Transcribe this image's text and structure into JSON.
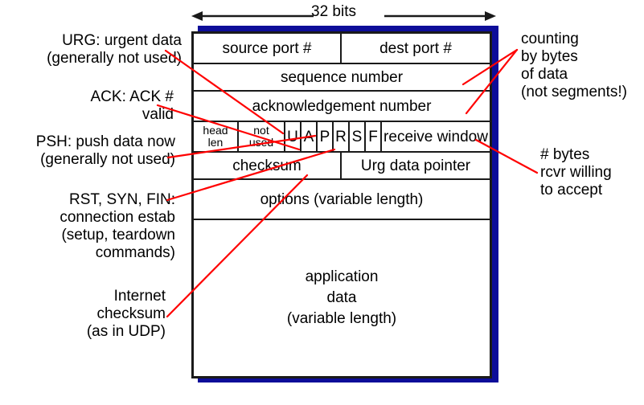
{
  "diagram": {
    "title": "TCP segment structure",
    "width_label": "32 bits",
    "shadow_color": "#0d0d99",
    "leader_color": "#ff0000",
    "border_color": "#1a1a1a"
  },
  "fields": {
    "source_port": "source port #",
    "dest_port": "dest port #",
    "sequence_number": "sequence number",
    "acknowledgement_number": "acknowledgement number",
    "head_len_1": "head",
    "head_len_2": "len",
    "not_used_1": "not",
    "not_used_2": "used",
    "flag_u": "U",
    "flag_a": "A",
    "flag_p": "P",
    "flag_r": "R",
    "flag_s": "S",
    "flag_f": "F",
    "receive_window": "receive window",
    "checksum": "checksum",
    "urg_data_pointer": "Urg data pointer",
    "options": "options (variable length)",
    "app_data_1": "application",
    "app_data_2": "data",
    "app_data_3": "(variable length)"
  },
  "annotations": {
    "left": [
      {
        "id": "urg",
        "text": "URG: urgent data\n(generally not used)"
      },
      {
        "id": "ack",
        "text": "ACK: ACK #\nvalid"
      },
      {
        "id": "psh",
        "text": "PSH: push data now\n(generally not used)"
      },
      {
        "id": "rst",
        "text": "RST, SYN, FIN:\nconnection estab\n(setup, teardown\ncommands)"
      },
      {
        "id": "checksum",
        "text": "Internet\nchecksum\n(as in UDP)"
      }
    ],
    "right": [
      {
        "id": "counting",
        "text": "counting\nby bytes\nof data\n(not segments!)"
      },
      {
        "id": "rcvwin",
        "text": "# bytes\nrcvr willing\nto accept"
      }
    ]
  }
}
